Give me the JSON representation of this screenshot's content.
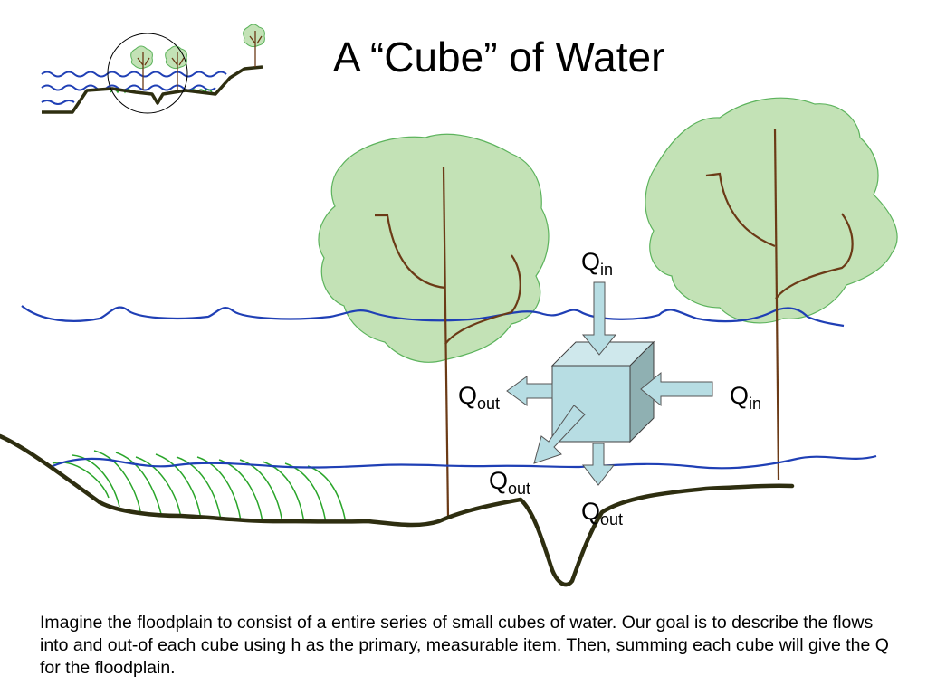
{
  "title": "A “Cube” of Water",
  "labels": {
    "q_in_top": {
      "main": "Q",
      "sub": "in"
    },
    "q_in_right": {
      "main": "Q",
      "sub": "in"
    },
    "q_out_left": {
      "main": "Q",
      "sub": "out"
    },
    "q_out_diagonal": {
      "main": "Q",
      "sub": "out"
    },
    "q_out_bottom": {
      "main": "Q",
      "sub": "out"
    }
  },
  "caption": "Imagine the floodplain to consist of a entire series of small cubes of water.  Our goal is to describe the flows into and out-of each cube using h as the primary, measurable item.  Then, summing each cube will give the Q for the floodplain.",
  "colors": {
    "water_line": "#1f3fb5",
    "ground": "#2e2e10",
    "tree_canopy": "#c3e2b6",
    "tree_canopy_edge": "#5cb35c",
    "trunk": "#6b3a16",
    "grass": "#2aa52a",
    "cube_front": "#b7dde3",
    "cube_side": "#8fb0b2",
    "arrow_fill": "#b7dde3"
  }
}
